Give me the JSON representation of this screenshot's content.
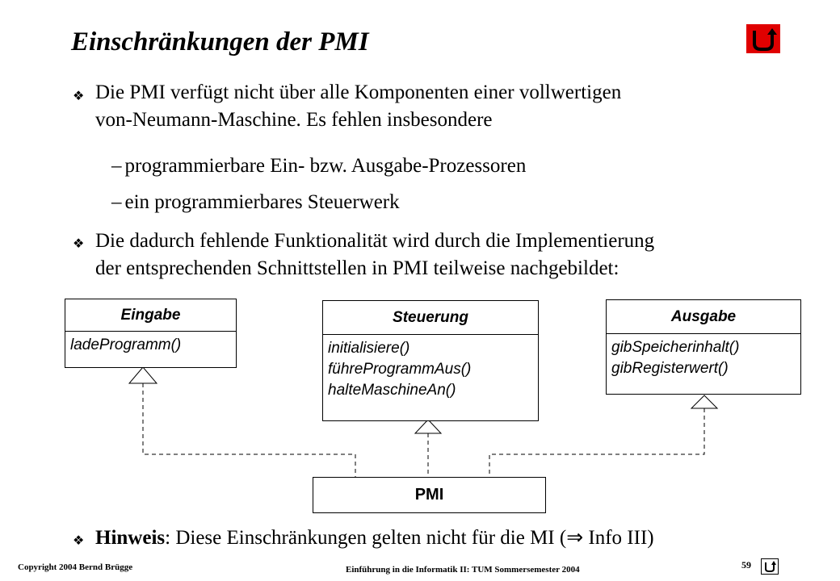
{
  "slide": {
    "title": "Einschränkungen der PMI",
    "bullets": [
      {
        "lines": [
          "Die PMI verfügt nicht über alle Komponenten einer vollwertigen",
          "von-Neumann-Maschine. Es fehlen insbesondere"
        ]
      },
      {
        "lines": [
          "Die dadurch fehlende Funktionalität wird durch die Implementierung",
          "der entsprechenden Schnittstellen in PMI teilweise nachgebildet:"
        ]
      }
    ],
    "subitems": [
      "programmierbare Ein- bzw. Ausgabe-Prozessoren",
      "ein programmierbares Steuerwerk"
    ],
    "hint": {
      "label": "Hinweis",
      "text": ": Diese Einschränkungen gelten nicht für die MI (",
      "arrow": "⇒",
      "suffix": " Info III)"
    }
  },
  "diagram": {
    "classes": [
      {
        "name": "Eingabe",
        "ops": [
          "ladeProgramm()"
        ]
      },
      {
        "name": "Steuerung",
        "ops": [
          "initialisiere()",
          "führeProgrammAus()",
          "halteMaschineAn()"
        ]
      },
      {
        "name": "Ausgabe",
        "ops": [
          "gibSpeicherinhalt()",
          "gibRegisterwert()"
        ]
      }
    ],
    "implementer": "PMI"
  },
  "footer": {
    "copyright": "Copyright 2004 Bernd Brügge",
    "course": "Einführung in die Informatik II: TUM Sommersemester 2004",
    "page": "59"
  },
  "colors": {
    "logo": "#e00000"
  },
  "icons": {
    "bullet": "diamond-bullet-icon",
    "logo": "u-turn-arrow-icon"
  }
}
